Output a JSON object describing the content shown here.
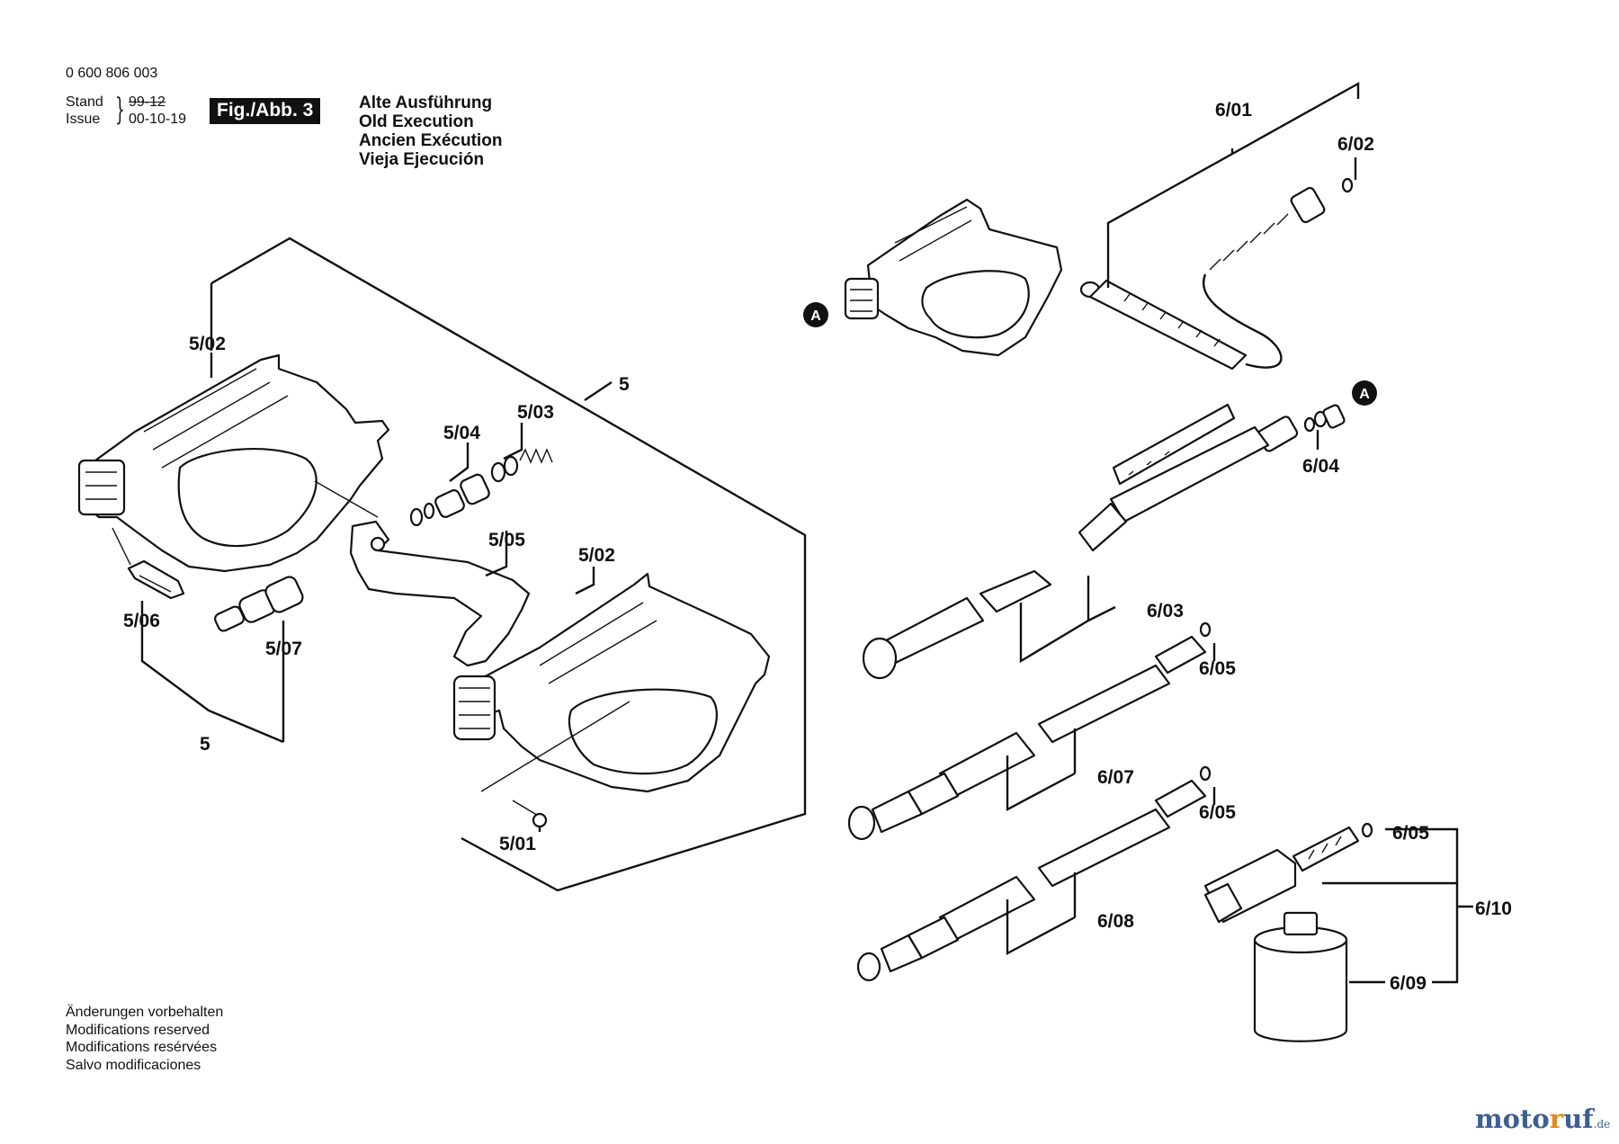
{
  "header": {
    "doc_number": "0 600 806 003",
    "stand_label": "Stand",
    "issue_label": "Issue",
    "date_old": "99-12",
    "date_new": "00-10-19",
    "figure_badge": "Fig./Abb. 3"
  },
  "execution_title": [
    "Alte Ausführung",
    "Old Execution",
    "Ancien Exécution",
    "Vieja Ejecución"
  ],
  "footer_notes": [
    "Änderungen vorbehalten",
    "Modifications reserved",
    "Modifications resérvées",
    "Salvo modificaciones"
  ],
  "watermark": {
    "prefix": "moto",
    "highlight": "r",
    "suffix": "uf",
    "tld": ".de"
  },
  "connector_letter": "A",
  "part_labels": {
    "p5_top": "5",
    "p5_bottom": "5",
    "p5_01": "5/01",
    "p5_02_left": "5/02",
    "p5_02_right": "5/02",
    "p5_03": "5/03",
    "p5_04": "5/04",
    "p5_05": "5/05",
    "p5_06": "5/06",
    "p5_07": "5/07",
    "p6_01": "6/01",
    "p6_02": "6/02",
    "p6_03": "6/03",
    "p6_04": "6/04",
    "p6_05_a": "6/05",
    "p6_05_b": "6/05",
    "p6_05_c": "6/05",
    "p6_07": "6/07",
    "p6_08": "6/08",
    "p6_09": "6/09",
    "p6_10": "6/10"
  }
}
